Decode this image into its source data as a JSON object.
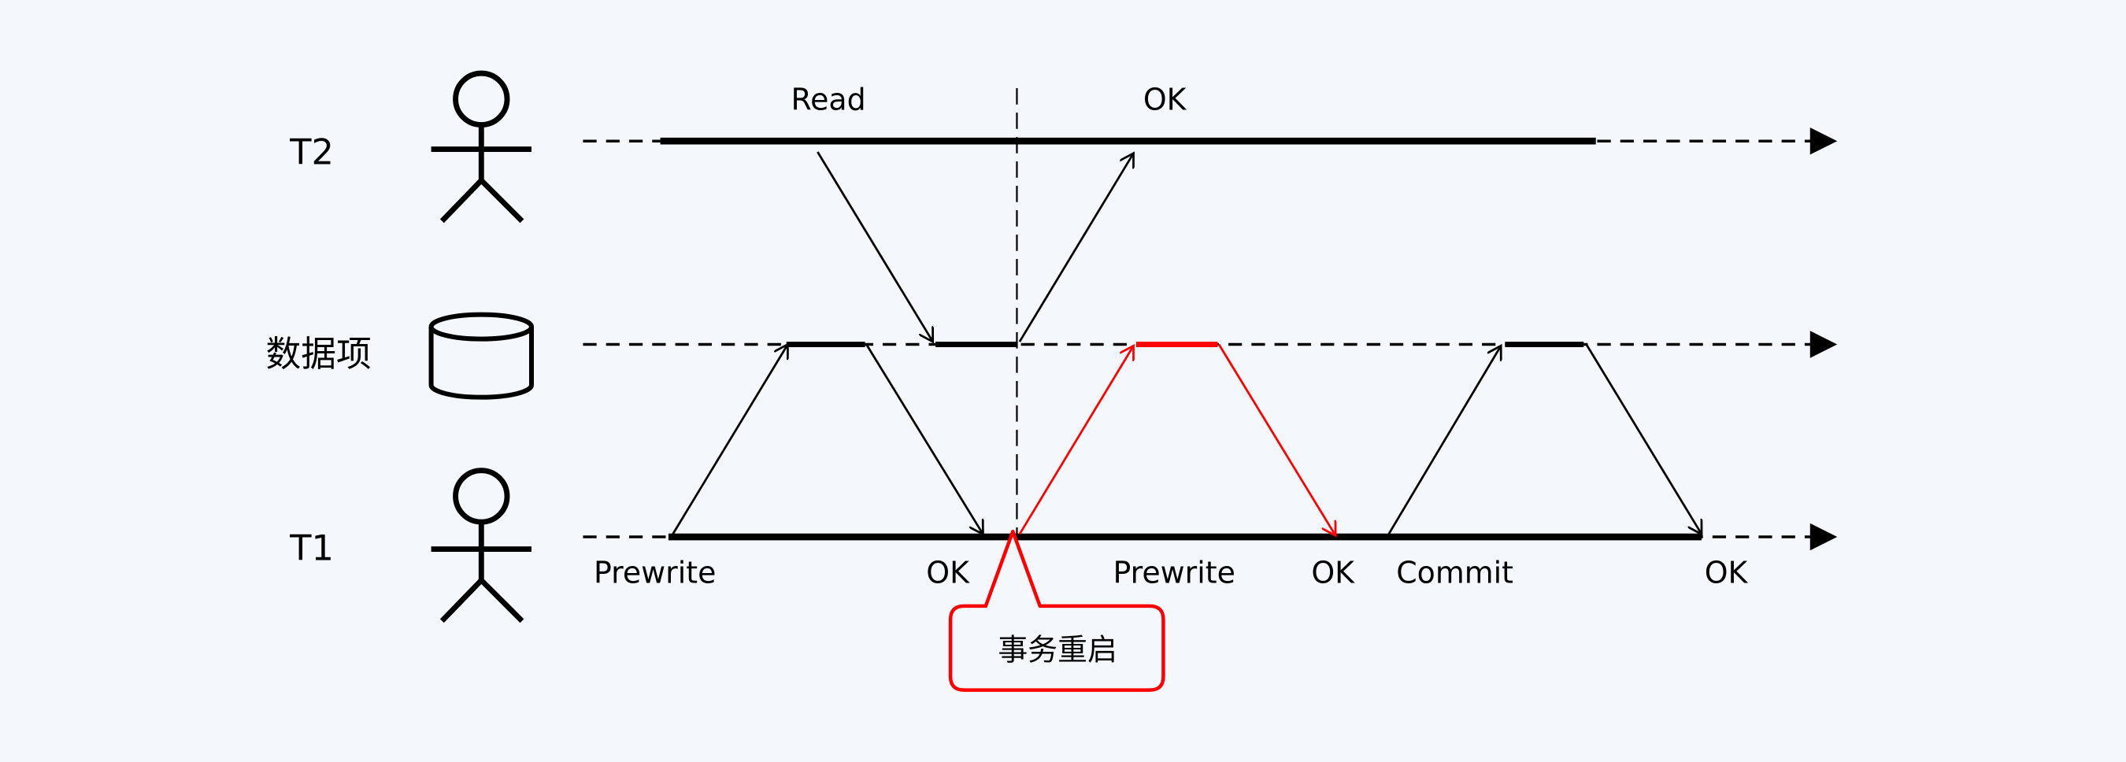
{
  "rows": {
    "t2": "T2",
    "data_item": "数据项",
    "t1": "T1"
  },
  "t2_messages": {
    "read": "Read",
    "ok": "OK"
  },
  "t1_messages": [
    "Prewrite",
    "OK",
    "Prewrite",
    "OK",
    "Commit",
    "OK"
  ],
  "callout": "事务重启",
  "colors": {
    "background": "#f4f7fb",
    "line": "#000000",
    "highlight": "#ff0000"
  }
}
